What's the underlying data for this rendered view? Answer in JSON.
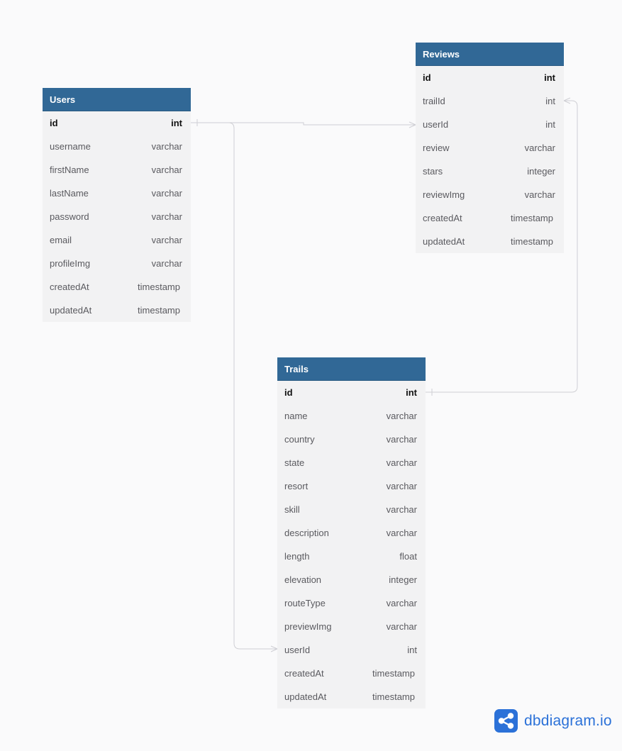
{
  "tables": {
    "users": {
      "title": "Users",
      "columns": [
        {
          "name": "id",
          "type": "int"
        },
        {
          "name": "username",
          "type": "varchar"
        },
        {
          "name": "firstName",
          "type": "varchar"
        },
        {
          "name": "lastName",
          "type": "varchar"
        },
        {
          "name": "password",
          "type": "varchar"
        },
        {
          "name": "email",
          "type": "varchar"
        },
        {
          "name": "profileImg",
          "type": "varchar"
        },
        {
          "name": "createdAt",
          "type": "timestamp"
        },
        {
          "name": "updatedAt",
          "type": "timestamp"
        }
      ]
    },
    "reviews": {
      "title": "Reviews",
      "columns": [
        {
          "name": "id",
          "type": "int"
        },
        {
          "name": "trailId",
          "type": "int"
        },
        {
          "name": "userId",
          "type": "int"
        },
        {
          "name": "review",
          "type": "varchar"
        },
        {
          "name": "stars",
          "type": "integer"
        },
        {
          "name": "reviewImg",
          "type": "varchar"
        },
        {
          "name": "createdAt",
          "type": "timestamp"
        },
        {
          "name": "updatedAt",
          "type": "timestamp"
        }
      ]
    },
    "trails": {
      "title": "Trails",
      "columns": [
        {
          "name": "id",
          "type": "int"
        },
        {
          "name": "name",
          "type": "varchar"
        },
        {
          "name": "country",
          "type": "varchar"
        },
        {
          "name": "state",
          "type": "varchar"
        },
        {
          "name": "resort",
          "type": "varchar"
        },
        {
          "name": "skill",
          "type": "varchar"
        },
        {
          "name": "description",
          "type": "varchar"
        },
        {
          "name": "length",
          "type": "float"
        },
        {
          "name": "elevation",
          "type": "integer"
        },
        {
          "name": "routeType",
          "type": "varchar"
        },
        {
          "name": "previewImg",
          "type": "varchar"
        },
        {
          "name": "userId",
          "type": "int"
        },
        {
          "name": "createdAt",
          "type": "timestamp"
        },
        {
          "name": "updatedAt",
          "type": "timestamp"
        }
      ]
    }
  },
  "relationships": [
    {
      "from": "users.id",
      "to": "reviews.userId"
    },
    {
      "from": "users.id",
      "to": "trails.userId"
    },
    {
      "from": "trails.id",
      "to": "reviews.trailId"
    }
  ],
  "brand": {
    "text": "dbdiagram.io",
    "icon": "share-nodes-icon",
    "color": "#2b71d8"
  },
  "colors": {
    "header": "#316896",
    "table_body": "#f2f2f3",
    "connector": "#cfcfd4"
  }
}
